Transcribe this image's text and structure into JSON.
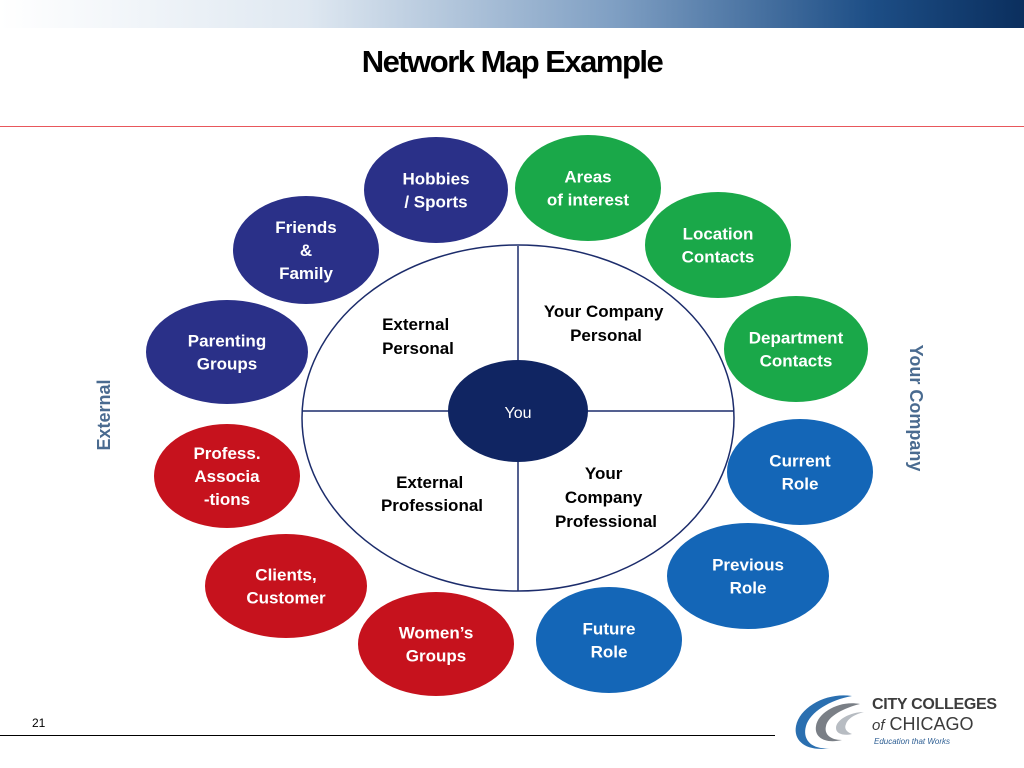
{
  "slide": {
    "title": "Network Map Example",
    "page_number": "21"
  },
  "labels": {
    "left_side": "External",
    "right_side": "Your Company"
  },
  "colors": {
    "navy": "#2a3088",
    "green": "#1aa849",
    "red": "#c6121d",
    "blue": "#1466b7",
    "center": "#102562",
    "side_label": "#4a6b90"
  },
  "diagram": {
    "center": "You",
    "quadrants": {
      "top_left": [
        "External",
        "Personal"
      ],
      "top_right": [
        "Your Company",
        "Personal"
      ],
      "bottom_left": [
        "External",
        "Professional"
      ],
      "bottom_right": [
        "Your",
        "Company",
        "Professional"
      ]
    },
    "nodes": [
      {
        "lines": [
          "Hobbies",
          "/ Sports"
        ],
        "color": "#2a3088"
      },
      {
        "lines": [
          "Areas",
          "of interest"
        ],
        "color": "#1aa849"
      },
      {
        "lines": [
          "Friends",
          "&",
          "Family"
        ],
        "color": "#2a3088"
      },
      {
        "lines": [
          "Location",
          "Contacts"
        ],
        "color": "#1aa849"
      },
      {
        "lines": [
          "Parenting",
          "Groups"
        ],
        "color": "#2a3088"
      },
      {
        "lines": [
          "Department",
          "Contacts"
        ],
        "color": "#1aa849"
      },
      {
        "lines": [
          "Profess.",
          "Associa",
          "-tions"
        ],
        "color": "#c6121d"
      },
      {
        "lines": [
          "Current",
          "Role"
        ],
        "color": "#1466b7"
      },
      {
        "lines": [
          "Clients,",
          "Customer"
        ],
        "color": "#c6121d"
      },
      {
        "lines": [
          "Previous",
          "Role"
        ],
        "color": "#1466b7"
      },
      {
        "lines": [
          "Women’s",
          "Groups"
        ],
        "color": "#c6121d"
      },
      {
        "lines": [
          "Future",
          "Role"
        ],
        "color": "#1466b7"
      }
    ]
  },
  "logo": {
    "line1": "CITY COLLEGES",
    "line2_of": "of",
    "line2_name": "CHICAGO",
    "tagline": "Education that Works"
  }
}
